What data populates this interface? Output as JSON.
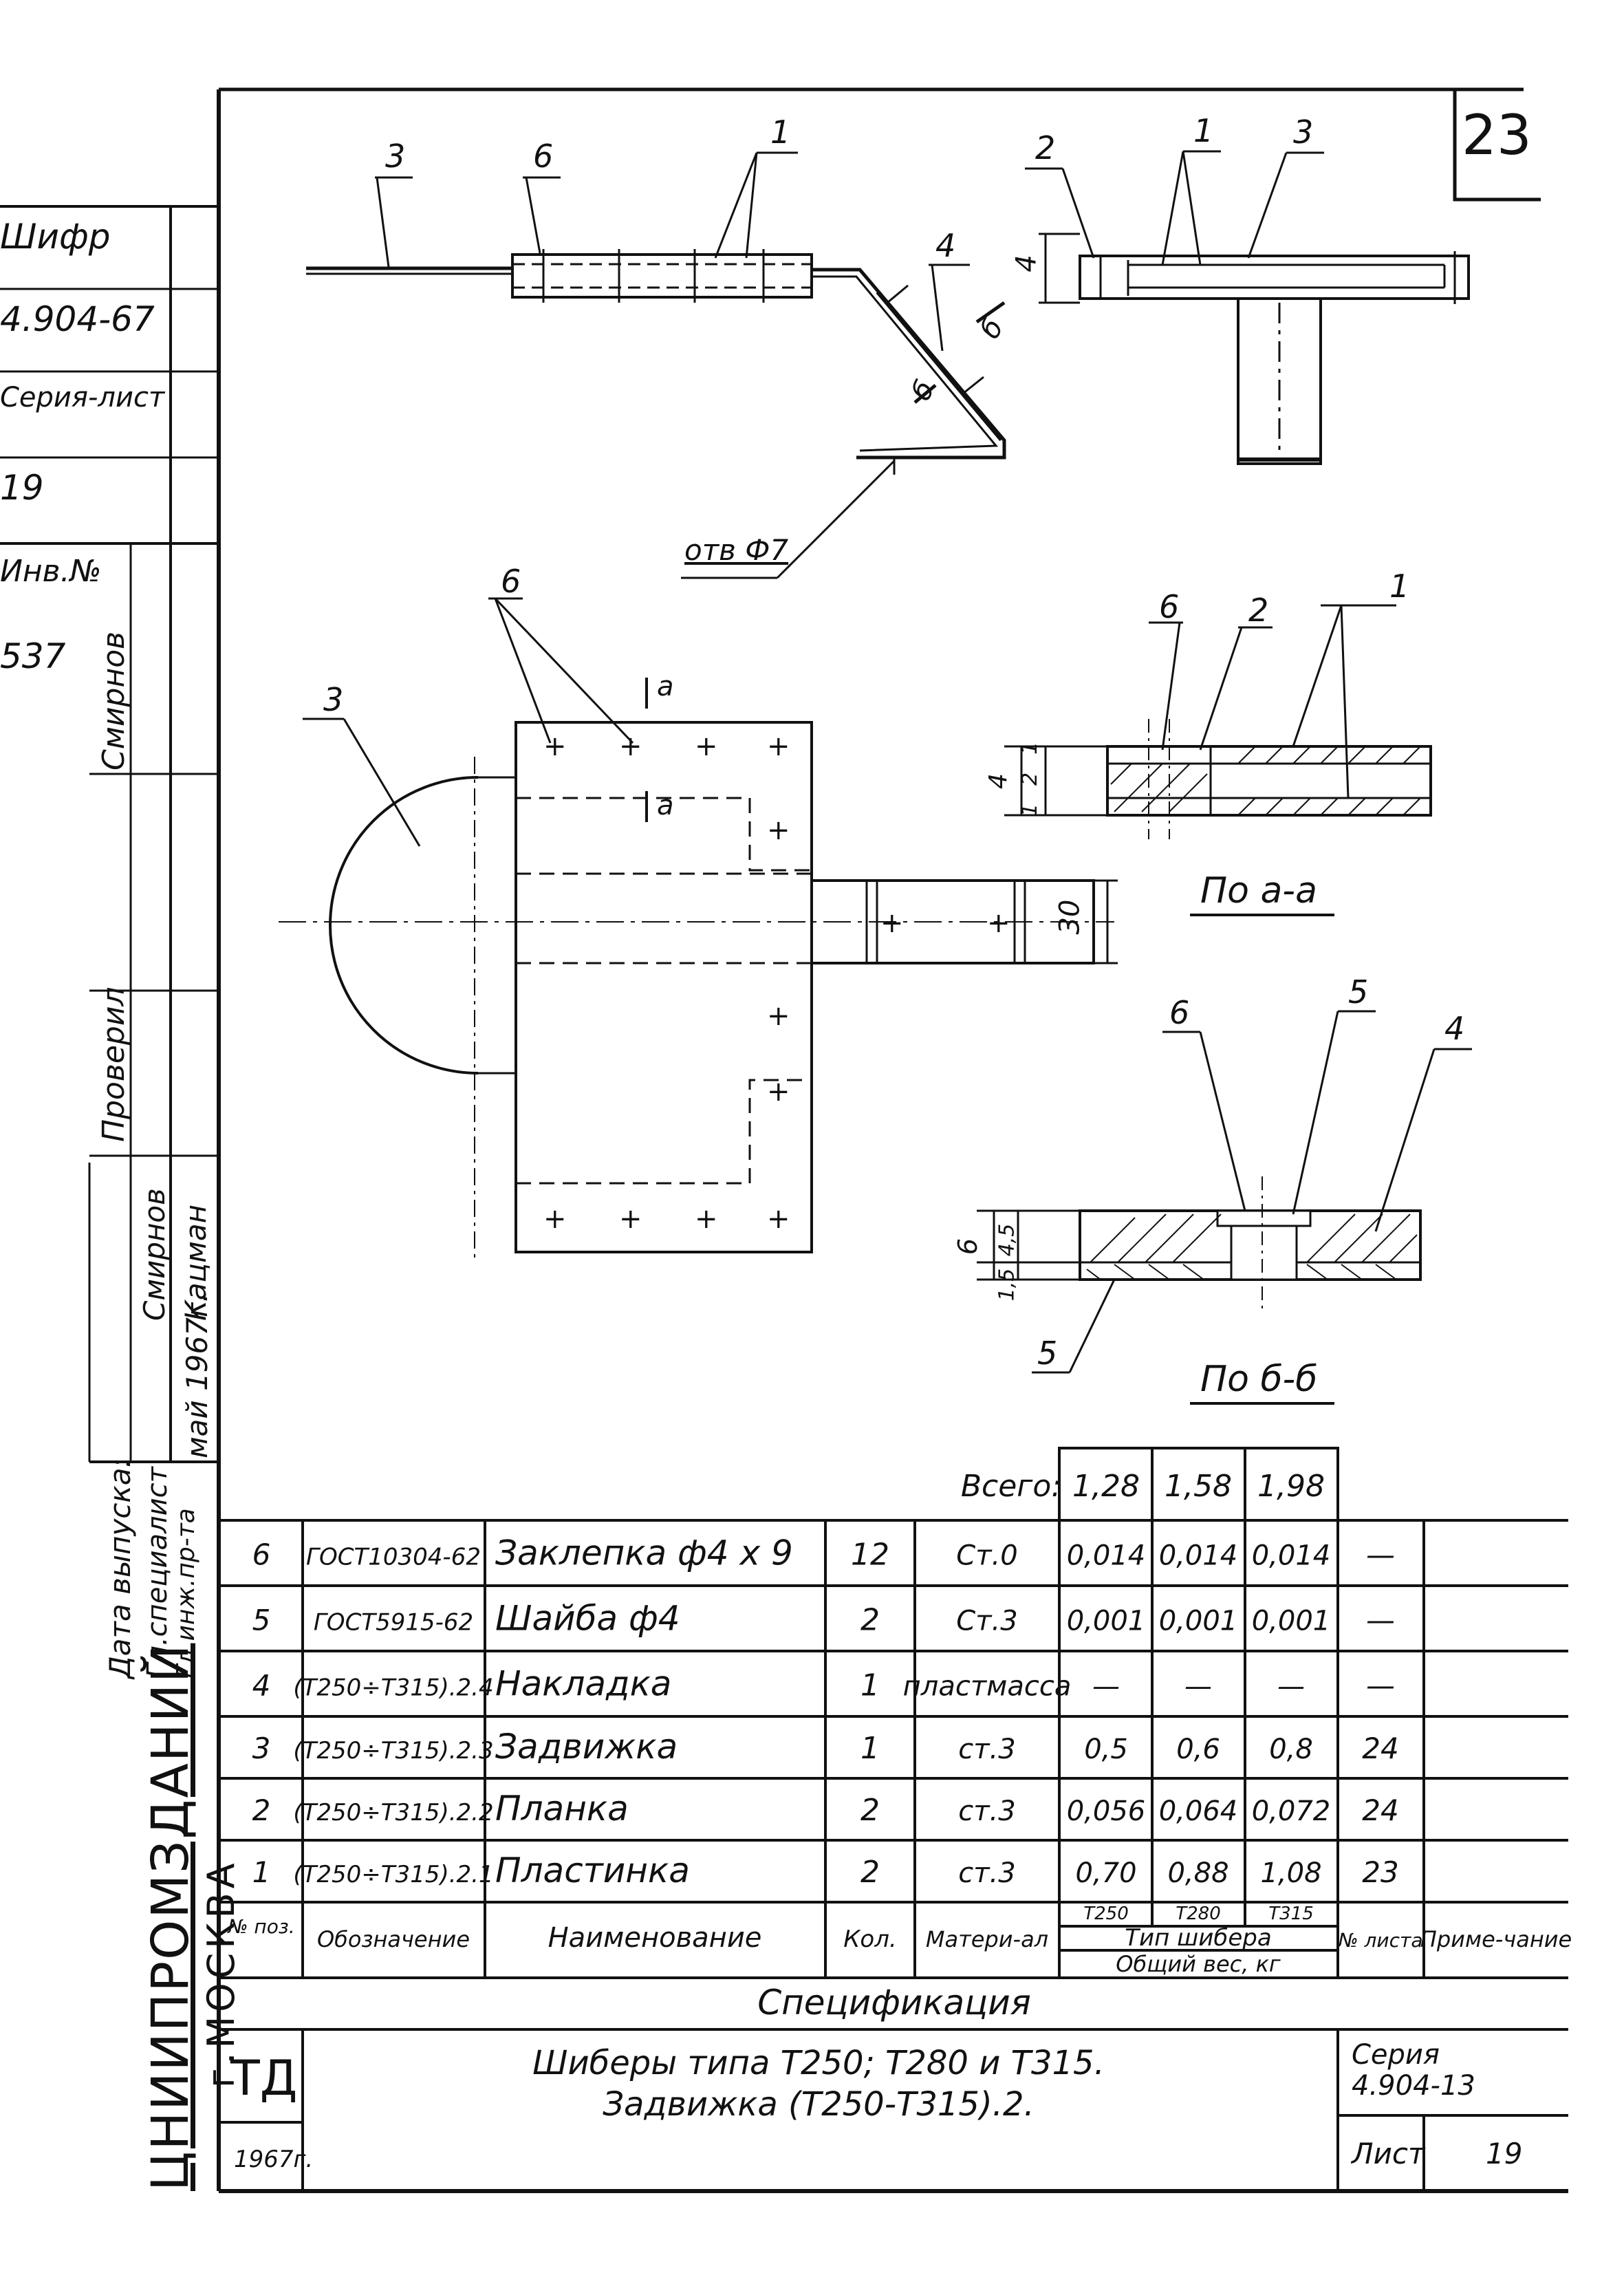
{
  "sheet": {
    "number": "23"
  },
  "stamp_left": {
    "rows": [
      "Шифр",
      "4.904-67",
      "Серия-лист",
      "19",
      "Инв.№",
      "537"
    ],
    "roles": [
      "Смирнов",
      "Проверил",
      "Кацман",
      "Смирнов",
      "май 1967г."
    ],
    "signature_labels": [
      "Гл.специалист",
      "Гл.инж.пр-та",
      "Дата выпуска:"
    ]
  },
  "drawing": {
    "callouts": {
      "c1": "1",
      "c2": "2",
      "c3": "3",
      "c4": "4",
      "c5": "5",
      "c6": "6",
      "hole": "отв Ф7",
      "section_a": "а",
      "section_b": "б"
    },
    "dims": {
      "d4": "4",
      "d30": "30",
      "d1a": "1",
      "d2": "2",
      "d1b": "1",
      "d6": "6",
      "d45": "4,5",
      "d15": "1,5"
    },
    "view_labels": {
      "aa": "По а-а",
      "bb": "По б-б"
    }
  },
  "spec": {
    "total_label": "Всего:",
    "totals": [
      "1,28",
      "1,58",
      "1,98"
    ],
    "rows": [
      {
        "pos": "6",
        "code": "ГОСТ10304-62",
        "name": "Заклепка ф4 х 9",
        "qty": "12",
        "material": "Ст.0",
        "w1": "0,014",
        "w2": "0,014",
        "w3": "0,014",
        "sheet": "—",
        "note": ""
      },
      {
        "pos": "5",
        "code": "ГОСТ5915-62",
        "name": "Шайба ф4",
        "qty": "2",
        "material": "Ст.3",
        "w1": "0,001",
        "w2": "0,001",
        "w3": "0,001",
        "sheet": "—",
        "note": ""
      },
      {
        "pos": "4",
        "code": "(Т250÷Т315).2.4",
        "name": "Накладка",
        "qty": "1",
        "material": "пластмасса",
        "w1": "—",
        "w2": "—",
        "w3": "—",
        "sheet": "—",
        "note": ""
      },
      {
        "pos": "3",
        "code": "(Т250÷Т315).2.3",
        "name": "Задвижка",
        "qty": "1",
        "material": "ст.3",
        "w1": "0,5",
        "w2": "0,6",
        "w3": "0,8",
        "sheet": "24",
        "note": ""
      },
      {
        "pos": "2",
        "code": "(Т250÷Т315).2.2",
        "name": "Планка",
        "qty": "2",
        "material": "ст.3",
        "w1": "0,056",
        "w2": "0,064",
        "w3": "0,072",
        "sheet": "24",
        "note": ""
      },
      {
        "pos": "1",
        "code": "(Т250÷Т315).2.1",
        "name": "Пластинка",
        "qty": "2",
        "material": "ст.3",
        "w1": "0,70",
        "w2": "0,88",
        "w3": "1,08",
        "sheet": "23",
        "note": ""
      }
    ],
    "headers": {
      "pos": "№ поз.",
      "code": "Обозначение",
      "name": "Наименование",
      "qty": "Кол.",
      "material": "Матери-ал",
      "types": [
        "Т250",
        "Т280",
        "Т315"
      ],
      "type_label": "Тип шибера",
      "weight_label": "Общий вес, кг",
      "sheet": "№ листа",
      "note": "Приме-чание"
    },
    "title": "Спецификация"
  },
  "title_block": {
    "org": "ЦНИИПРОМЗДАНИЙ",
    "city": "г.МОСКВА",
    "mark": "ТД",
    "year": "1967г.",
    "title_line1": "Шиберы типа Т250; Т280 и Т315.",
    "title_line2": "Задвижка (Т250-Т315).2.",
    "series_label": "Серия",
    "series_value": "4.904-13",
    "sheet_label": "Лист",
    "sheet_value": "19"
  }
}
